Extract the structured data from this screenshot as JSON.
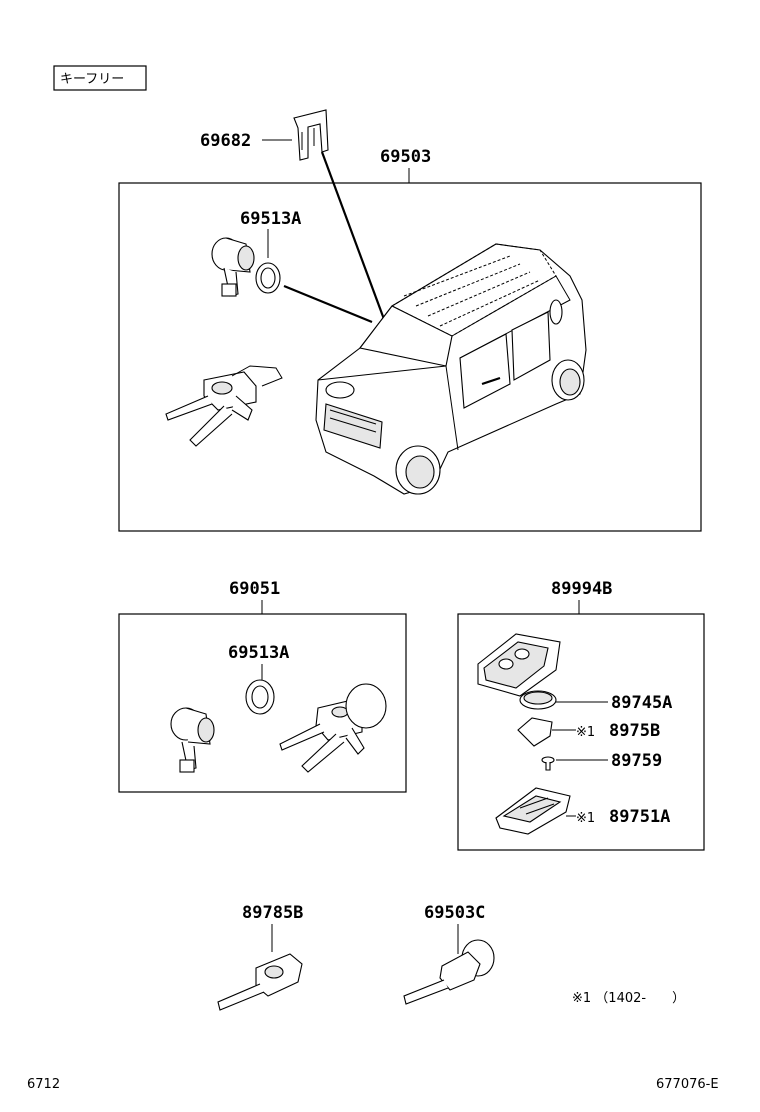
{
  "header_tag": "キーフリー",
  "parts": {
    "p69682": "69682",
    "p69503": "69503",
    "p69513A_a": "69513A",
    "p69051": "69051",
    "p69513A_b": "69513A",
    "p89994B": "89994B",
    "p89745A": "89745A",
    "p8975B": "8975B",
    "p89759": "89759",
    "p89751A": "89751A",
    "p89785B": "89785B",
    "p69503C": "69503C"
  },
  "notes": {
    "mark1": "※1",
    "mark2": "※1",
    "footnote": "※1 （1402-　　）"
  },
  "footer": {
    "left": "6712",
    "right": "677076-E"
  }
}
